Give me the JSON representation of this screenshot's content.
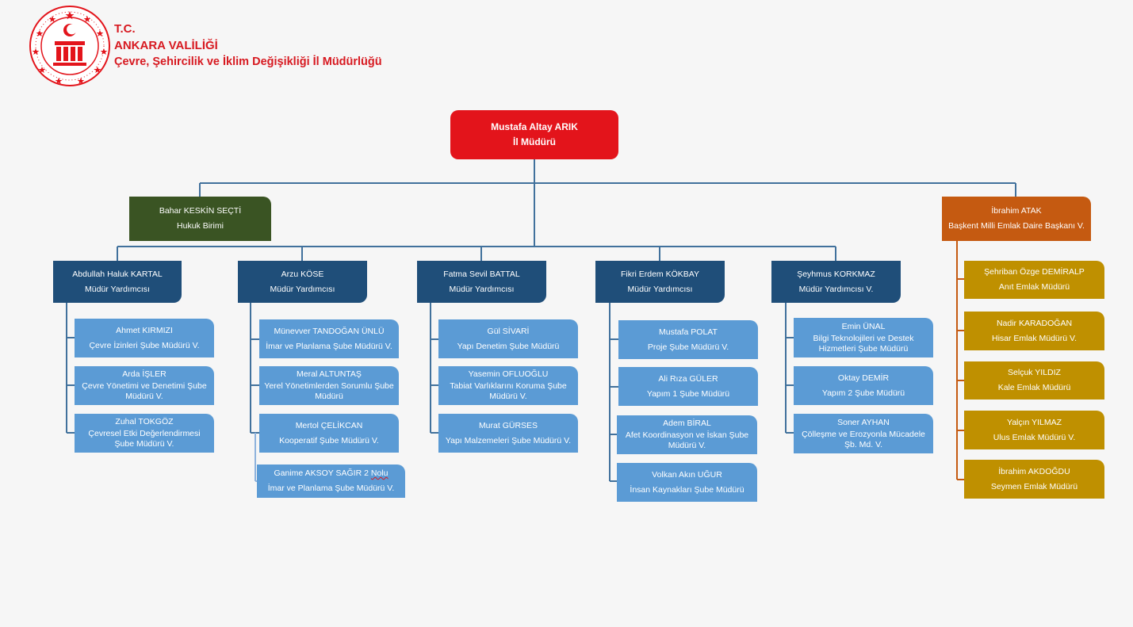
{
  "header": {
    "line1": "T.C.",
    "line2": "ANKARA VALİLİĞİ",
    "line3": "Çevre, Şehircilik ve İklim Değişikliği İl Müdürlüğü",
    "logo_icon": "ankara-governorship-seal-icon"
  },
  "colors": {
    "root": "#e3141b",
    "legal": "#3a5423",
    "deputy": "#1f4e79",
    "branch": "#5b9bd5",
    "estate_head": "#c55a11",
    "estate": "#bf9000",
    "connector": "#41719c",
    "estate_connector": "#c55a11"
  },
  "root": {
    "name": "Mustafa Altay ARIK",
    "title": "İl Müdürü"
  },
  "legal": {
    "name": "Bahar KESKİN SEÇTİ",
    "title": "Hukuk Birimi"
  },
  "deputies": [
    {
      "name": "Abdullah Haluk KARTAL",
      "title": "Müdür Yardımcısı",
      "branches": [
        {
          "name": "Ahmet KIRMIZI",
          "title": "Çevre İzinleri Şube Müdürü V."
        },
        {
          "name": "Arda İŞLER",
          "title": "Çevre Yönetimi ve Denetimi Şube Müdürü V."
        },
        {
          "name": "Zuhal TOKGÖZ",
          "title": "Çevresel Etki Değerlendirmesi Şube Müdürü V."
        }
      ]
    },
    {
      "name": "Arzu KÖSE",
      "title": "Müdür Yardımcısı",
      "branches": [
        {
          "name": "Münevver TANDOĞAN ÜNLÜ",
          "title": "İmar ve Planlama Şube Müdürü V."
        },
        {
          "name": "Meral ALTUNTAŞ",
          "title": "Yerel Yönetimlerden Sorumlu Şube Müdürü"
        },
        {
          "name": "Mertol ÇELİKCAN",
          "title": "Kooperatif Şube Müdürü V."
        },
        {
          "name_main": "Ganime AKSOY SAĞIR 2 ",
          "name_tail": "Nolu",
          "title": "İmar ve Planlama Şube Müdürü V."
        }
      ]
    },
    {
      "name": "Fatma Sevil BATTAL",
      "title": "Müdür Yardımcısı",
      "branches": [
        {
          "name": "Gül SİVARİ",
          "title": "Yapı Denetim Şube Müdürü"
        },
        {
          "name": "Yasemin OFLUOĞLU",
          "title": "Tabiat Varlıklarını Koruma Şube Müdürü V."
        },
        {
          "name": "Murat GÜRSES",
          "title": "Yapı Malzemeleri Şube Müdürü V."
        }
      ]
    },
    {
      "name": "Fikri Erdem KÖKBAY",
      "title": "Müdür Yardımcısı",
      "branches": [
        {
          "name": "Mustafa POLAT",
          "title": "Proje Şube Müdürü V."
        },
        {
          "name": "Ali Rıza GÜLER",
          "title": "Yapım 1 Şube Müdürü"
        },
        {
          "name": "Adem BİRAL",
          "title": "Afet Koordinasyon ve İskan Şube Müdürü V."
        },
        {
          "name": "Volkan Akın UĞUR",
          "title": "İnsan Kaynakları Şube Müdürü"
        }
      ]
    },
    {
      "name": "Şeyhmus KORKMAZ",
      "title": "Müdür Yardımcısı V.",
      "branches": [
        {
          "name": "Emin ÜNAL",
          "title": "Bilgi Teknolojileri ve Destek Hizmetleri Şube Müdürü"
        },
        {
          "name": "Oktay DEMİR",
          "title": "Yapım 2 Şube Müdürü"
        },
        {
          "name": "Soner AYHAN",
          "title": "Çölleşme ve Erozyonla Mücadele Şb. Md. V."
        }
      ]
    }
  ],
  "estate": {
    "name": "İbrahim ATAK",
    "title": "Başkent Milli Emlak Daire Başkanı V.",
    "units": [
      {
        "name": "Şehriban Özge DEMİRALP",
        "title": "Anıt Emlak Müdürü"
      },
      {
        "name": "Nadir KARADOĞAN",
        "title": "Hisar Emlak Müdürü V."
      },
      {
        "name": "Selçuk YILDIZ",
        "title": "Kale Emlak Müdürü"
      },
      {
        "name": "Yalçın YILMAZ",
        "title": "Ulus Emlak Müdürü V."
      },
      {
        "name": "İbrahim AKDOĞDU",
        "title": "Seymen Emlak Müdürü"
      }
    ]
  }
}
